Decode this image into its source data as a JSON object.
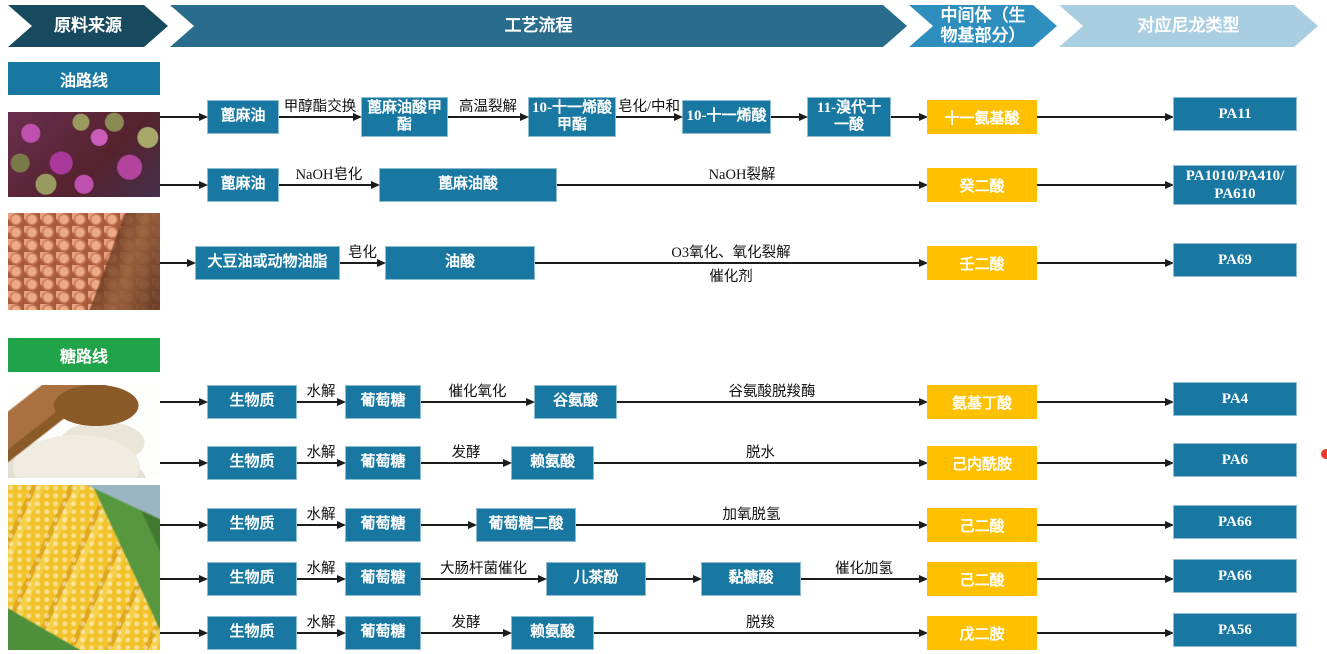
{
  "header": {
    "columns": [
      {
        "label": "原料来源"
      },
      {
        "label": "工艺流程"
      },
      {
        "label": "中间体（生物基部分）"
      },
      {
        "label": "对应尼龙类型"
      }
    ]
  },
  "routes": [
    {
      "label": "油路线"
    },
    {
      "label": "糖路线"
    }
  ],
  "source_images": [
    {
      "name": "castor-beans"
    },
    {
      "name": "soybeans"
    },
    {
      "name": "starch-flour"
    },
    {
      "name": "corn"
    }
  ],
  "colors": {
    "header_dark": "#174A5E",
    "header_teal": "#2A6C8C",
    "header_blue": "#2E8FBF",
    "header_light": "#A9CEE1",
    "process_box": "#1878A1",
    "intermediate_box": "#FFC000",
    "sugar_route_label": "#21A34A"
  },
  "rows": [
    {
      "steps": [
        {
          "type": "arrow",
          "w": 47
        },
        {
          "type": "box",
          "label": "蓖麻油",
          "w": 72
        },
        {
          "type": "arrow",
          "w": 82,
          "above": "甲醇酯交换"
        },
        {
          "type": "box",
          "label": "蓖麻油酸甲酯",
          "w": 87
        },
        {
          "type": "arrow",
          "w": 80,
          "above": "高温裂解"
        },
        {
          "type": "box",
          "label": "10-十一烯酸甲酯",
          "w": 88
        },
        {
          "type": "arrow",
          "w": 66,
          "above": "皂化/中和"
        },
        {
          "type": "box",
          "label": "10-十一烯酸",
          "w": 89
        },
        {
          "type": "arrow",
          "w": 36
        },
        {
          "type": "box",
          "label": "11-溴代十一酸",
          "w": 84
        },
        {
          "type": "arrow"
        }
      ],
      "intermediate": "十一氨基酸",
      "nylon": "PA11"
    },
    {
      "steps": [
        {
          "type": "arrow",
          "w": 47
        },
        {
          "type": "box",
          "label": "蓖麻油",
          "w": 72
        },
        {
          "type": "arrow",
          "w": 100,
          "above": "NaOH皂化"
        },
        {
          "type": "box",
          "label": "蓖麻油酸",
          "w": 178
        },
        {
          "type": "arrow",
          "above": "NaOH裂解"
        }
      ],
      "intermediate": "癸二酸",
      "nylon": "PA1010/PA410/PA610"
    },
    {
      "steps": [
        {
          "type": "arrow",
          "w": 35
        },
        {
          "type": "box",
          "label": "大豆油或动物油脂",
          "w": 145
        },
        {
          "type": "arrow",
          "w": 45,
          "above": "皂化"
        },
        {
          "type": "box",
          "label": "油酸",
          "w": 150
        },
        {
          "type": "arrow",
          "above": "O3氧化、氧化裂解",
          "below": "催化剂"
        }
      ],
      "intermediate": "壬二酸",
      "nylon": "PA69"
    },
    {
      "steps": [
        {
          "type": "arrow",
          "w": 47
        },
        {
          "type": "box",
          "label": "生物质",
          "w": 90
        },
        {
          "type": "arrow",
          "w": 48,
          "above": "水解"
        },
        {
          "type": "box",
          "label": "葡萄糖",
          "w": 76
        },
        {
          "type": "arrow",
          "w": 113,
          "above": "催化氧化"
        },
        {
          "type": "box",
          "label": "谷氨酸",
          "w": 83
        },
        {
          "type": "arrow",
          "above": "谷氨酸脱羧酶"
        }
      ],
      "intermediate": "氨基丁酸",
      "nylon": "PA4"
    },
    {
      "steps": [
        {
          "type": "arrow",
          "w": 47
        },
        {
          "type": "box",
          "label": "生物质",
          "w": 90
        },
        {
          "type": "arrow",
          "w": 48,
          "above": "水解"
        },
        {
          "type": "box",
          "label": "葡萄糖",
          "w": 76
        },
        {
          "type": "arrow",
          "w": 90,
          "above": "发酵"
        },
        {
          "type": "box",
          "label": "赖氨酸",
          "w": 83
        },
        {
          "type": "arrow",
          "above": "脱水"
        }
      ],
      "intermediate": "己内酰胺",
      "nylon": "PA6"
    },
    {
      "steps": [
        {
          "type": "arrow",
          "w": 47
        },
        {
          "type": "box",
          "label": "生物质",
          "w": 90
        },
        {
          "type": "arrow",
          "w": 48,
          "above": "水解"
        },
        {
          "type": "box",
          "label": "葡萄糖",
          "w": 76
        },
        {
          "type": "arrow",
          "w": 55
        },
        {
          "type": "box",
          "label": "葡萄糖二酸",
          "w": 100
        },
        {
          "type": "arrow",
          "above": "加氧脱氢"
        }
      ],
      "intermediate": "己二酸",
      "nylon": "PA66"
    },
    {
      "steps": [
        {
          "type": "arrow",
          "w": 47
        },
        {
          "type": "box",
          "label": "生物质",
          "w": 90
        },
        {
          "type": "arrow",
          "w": 48,
          "above": "水解"
        },
        {
          "type": "box",
          "label": "葡萄糖",
          "w": 76
        },
        {
          "type": "arrow",
          "w": 125,
          "above": "大肠杆菌催化"
        },
        {
          "type": "box",
          "label": "儿茶酚",
          "w": 100
        },
        {
          "type": "arrow",
          "w": 55
        },
        {
          "type": "box",
          "label": "黏糠酸",
          "w": 100
        },
        {
          "type": "arrow",
          "above": "催化加氢"
        }
      ],
      "intermediate": "己二酸",
      "nylon": "PA66"
    },
    {
      "steps": [
        {
          "type": "arrow",
          "w": 47
        },
        {
          "type": "box",
          "label": "生物质",
          "w": 90
        },
        {
          "type": "arrow",
          "w": 48,
          "above": "水解"
        },
        {
          "type": "box",
          "label": "葡萄糖",
          "w": 76
        },
        {
          "type": "arrow",
          "w": 90,
          "above": "发酵"
        },
        {
          "type": "box",
          "label": "赖氨酸",
          "w": 83
        },
        {
          "type": "arrow",
          "above": "脱羧"
        }
      ],
      "intermediate": "戊二胺",
      "nylon": "PA56"
    }
  ]
}
